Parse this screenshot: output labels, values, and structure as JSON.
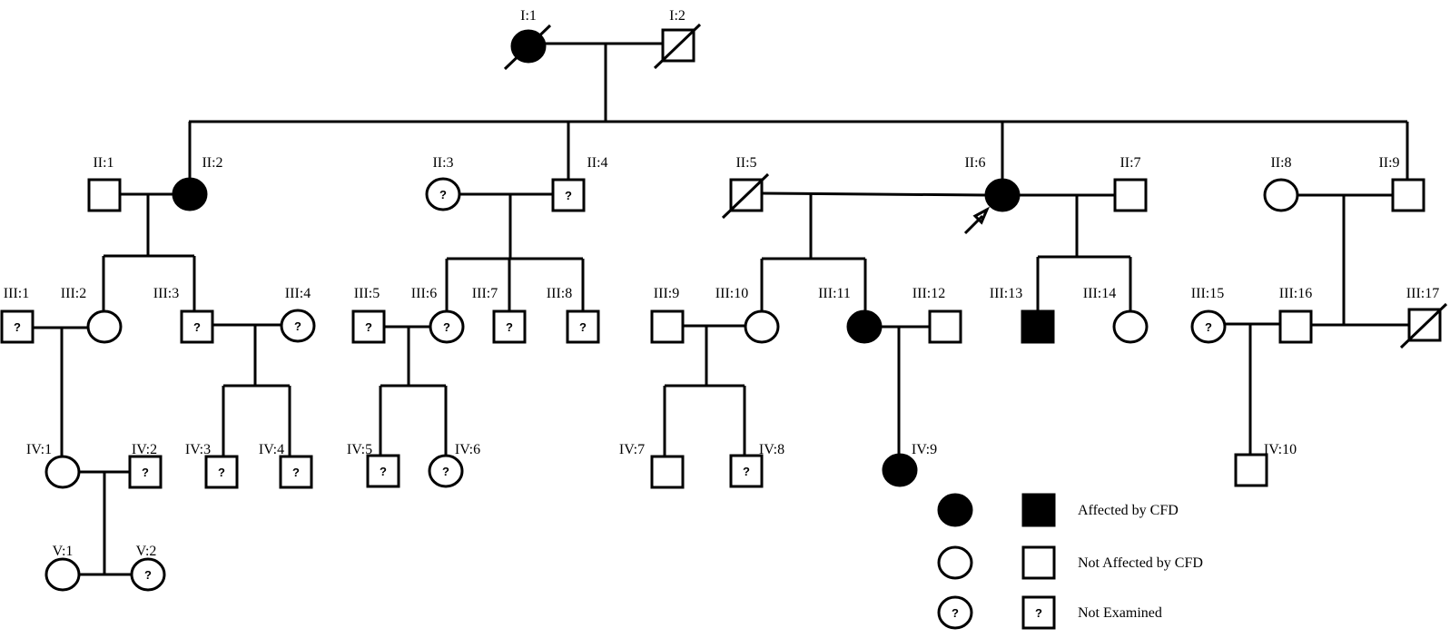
{
  "colors": {
    "affected": "#000000",
    "unaffected": "#ffffff",
    "line": "#000000"
  },
  "individuals": [
    {
      "id": "I:1",
      "sex": "female",
      "status": "affected",
      "deceased": true
    },
    {
      "id": "I:2",
      "sex": "male",
      "status": "unaffected",
      "deceased": true
    },
    {
      "id": "II:1",
      "sex": "male",
      "status": "unaffected"
    },
    {
      "id": "II:2",
      "sex": "female",
      "status": "affected"
    },
    {
      "id": "II:3",
      "sex": "female",
      "status": "not-examined"
    },
    {
      "id": "II:4",
      "sex": "male",
      "status": "not-examined"
    },
    {
      "id": "II:5",
      "sex": "male",
      "status": "unaffected",
      "deceased": true
    },
    {
      "id": "II:6",
      "sex": "female",
      "status": "affected",
      "proband": true
    },
    {
      "id": "II:7",
      "sex": "male",
      "status": "unaffected"
    },
    {
      "id": "II:8",
      "sex": "female",
      "status": "unaffected"
    },
    {
      "id": "II:9",
      "sex": "male",
      "status": "unaffected"
    },
    {
      "id": "III:1",
      "sex": "male",
      "status": "not-examined"
    },
    {
      "id": "III:2",
      "sex": "female",
      "status": "unaffected"
    },
    {
      "id": "III:3",
      "sex": "male",
      "status": "not-examined"
    },
    {
      "id": "III:4",
      "sex": "female",
      "status": "not-examined"
    },
    {
      "id": "III:5",
      "sex": "male",
      "status": "not-examined"
    },
    {
      "id": "III:6",
      "sex": "female",
      "status": "not-examined"
    },
    {
      "id": "III:7",
      "sex": "male",
      "status": "not-examined"
    },
    {
      "id": "III:8",
      "sex": "male",
      "status": "not-examined"
    },
    {
      "id": "III:9",
      "sex": "male",
      "status": "unaffected"
    },
    {
      "id": "III:10",
      "sex": "female",
      "status": "unaffected"
    },
    {
      "id": "III:11",
      "sex": "female",
      "status": "affected"
    },
    {
      "id": "III:12",
      "sex": "male",
      "status": "unaffected"
    },
    {
      "id": "III:13",
      "sex": "male",
      "status": "affected"
    },
    {
      "id": "III:14",
      "sex": "female",
      "status": "unaffected"
    },
    {
      "id": "III:15",
      "sex": "female",
      "status": "not-examined"
    },
    {
      "id": "III:16",
      "sex": "male",
      "status": "unaffected"
    },
    {
      "id": "III:17",
      "sex": "male",
      "status": "unaffected",
      "deceased": true
    },
    {
      "id": "IV:1",
      "sex": "female",
      "status": "unaffected"
    },
    {
      "id": "IV:2",
      "sex": "male",
      "status": "not-examined"
    },
    {
      "id": "IV:3",
      "sex": "male",
      "status": "not-examined"
    },
    {
      "id": "IV:4",
      "sex": "male",
      "status": "not-examined"
    },
    {
      "id": "IV:5",
      "sex": "male",
      "status": "not-examined"
    },
    {
      "id": "IV:6",
      "sex": "female",
      "status": "not-examined"
    },
    {
      "id": "IV:7",
      "sex": "male",
      "status": "unaffected"
    },
    {
      "id": "IV:8",
      "sex": "male",
      "status": "not-examined"
    },
    {
      "id": "IV:9",
      "sex": "female",
      "status": "affected"
    },
    {
      "id": "IV:10",
      "sex": "male",
      "status": "unaffected"
    },
    {
      "id": "V:1",
      "sex": "female",
      "status": "unaffected"
    },
    {
      "id": "V:2",
      "sex": "female",
      "status": "not-examined"
    }
  ],
  "unknown_mark": "?",
  "legend": [
    {
      "status": "affected",
      "label": "Affected by CFD"
    },
    {
      "status": "unaffected",
      "label": "Not  Affected by CFD"
    },
    {
      "status": "not-examined",
      "label": "Not  Examined"
    }
  ]
}
